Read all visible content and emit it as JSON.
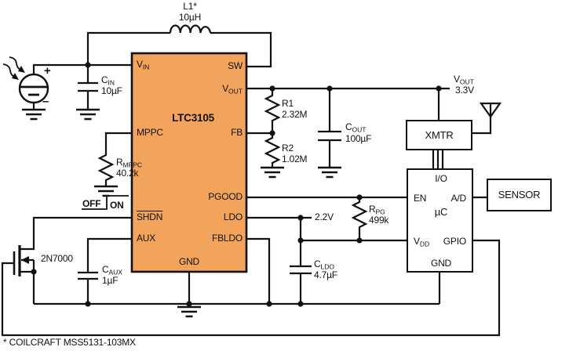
{
  "schematic": {
    "note": "* COILCRAFT MSS5131-103MX",
    "inductor": {
      "ref": "L1*",
      "value": "10µH"
    },
    "source": {
      "plus": "+",
      "minus": "–"
    },
    "cin": {
      "ref_main": "C",
      "ref_sub": "IN",
      "value": "10µF"
    },
    "rmppc": {
      "ref_main": "R",
      "ref_sub": "MPPC",
      "value": "40.2k"
    },
    "shutdown_label": {
      "off": "OFF",
      "on": "ON"
    },
    "mosfet": {
      "part": "2N7000"
    },
    "caux": {
      "ref_main": "C",
      "ref_sub": "AUX",
      "value": "1µF"
    },
    "ic": {
      "part": "LTC3105",
      "fill_color": "#F2A45C",
      "pins": {
        "vin_main": "V",
        "vin_sub": "IN",
        "sw": "SW",
        "vout_main": "V",
        "vout_sub": "OUT",
        "mppc": "MPPC",
        "fb": "FB",
        "pgood": "PGOOD",
        "shdn": "SHDN",
        "ldo": "LDO",
        "aux": "AUX",
        "fbldo": "FBLDO",
        "gnd": "GND"
      }
    },
    "r1": {
      "ref": "R1",
      "value": "2.32M"
    },
    "r2": {
      "ref": "R2",
      "value": "1.02M"
    },
    "cout": {
      "ref_main": "C",
      "ref_sub": "OUT",
      "value": "100µF"
    },
    "vout_node": {
      "ref_main": "V",
      "ref_sub": "OUT",
      "value": "3.3V"
    },
    "ldo_rail": {
      "value": "2.2V"
    },
    "rpg": {
      "ref_main": "R",
      "ref_sub": "PG",
      "value": "499k"
    },
    "cldo": {
      "ref_main": "C",
      "ref_sub": "LDO",
      "value": "4.7µF"
    },
    "xmtr": {
      "label": "XMTR"
    },
    "sensor": {
      "label": "SENSOR"
    },
    "uc": {
      "label": "µC",
      "pins": {
        "io": "I/O",
        "en": "EN",
        "ad": "A/D",
        "vdd_main": "V",
        "vdd_sub": "DD",
        "gpio": "GPIO",
        "gnd": "GND"
      }
    }
  }
}
